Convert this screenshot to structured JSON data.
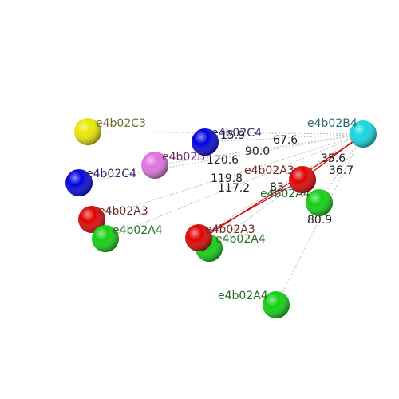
{
  "colors": {
    "yellow": "#e8e800",
    "blue": "#0000e0",
    "violet": "#e070e0",
    "red": "#e00000",
    "green": "#10d010",
    "cyan": "#10d8e0",
    "line_gray": "#bdbdbd",
    "line_red": "#cc0000"
  },
  "atoms": [
    {
      "id": "c3",
      "label": "e4b02C3",
      "color": "yellow"
    },
    {
      "id": "c4a",
      "label": "e4b02C4",
      "color": "blue"
    },
    {
      "id": "c4b",
      "label": "e4b02C4",
      "color": "blue"
    },
    {
      "id": "b2",
      "label": "e4b02B",
      "color": "violet"
    },
    {
      "id": "a3a",
      "label": "e4b02A3",
      "color": "red"
    },
    {
      "id": "a4a",
      "label": "e4b02A4",
      "color": "green"
    },
    {
      "id": "a3b",
      "label": "e4b02A3",
      "color": "red"
    },
    {
      "id": "a4b",
      "label": "e4b02A4",
      "color": "green"
    },
    {
      "id": "a3c",
      "label": "e4b02A3",
      "color": "red"
    },
    {
      "id": "a4c",
      "label": "e4b02A4",
      "color": "green"
    },
    {
      "id": "a4d",
      "label": "e4b02A4",
      "color": "green"
    },
    {
      "id": "b4",
      "label": "e4b02B4",
      "color": "cyan"
    }
  ],
  "distances": [
    {
      "value": "67.6",
      "to": "c3"
    },
    {
      "value": "35.6",
      "to": "a3c"
    },
    {
      "value": "36.7",
      "to": "a4c"
    },
    {
      "value": "15.9",
      "to": "c4a"
    },
    {
      "value": "90.0",
      "to": "b2"
    },
    {
      "value": "120.6",
      "to": "c4b"
    },
    {
      "value": "119.8",
      "to": "a3a"
    },
    {
      "value": "117.2",
      "to": "a4a"
    },
    {
      "value": "83.",
      "to": "a3b"
    },
    {
      "value": "80.9",
      "to": "a4d"
    }
  ]
}
